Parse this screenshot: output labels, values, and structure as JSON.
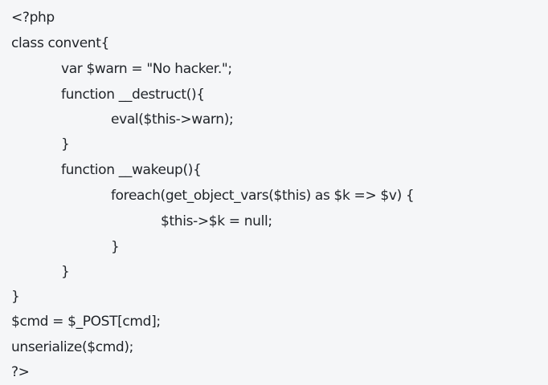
{
  "code": {
    "lines": [
      "<?php",
      "class convent{",
      "var $warn = \"No hacker.\";",
      "function __destruct(){",
      "eval($this->warn);",
      "}",
      "function __wakeup(){",
      "foreach(get_object_vars($this) as $k => $v) {",
      "$this->$k = null;",
      "}",
      "}",
      "}",
      "$cmd = $_POST[cmd];",
      "unserialize($cmd);",
      "?>"
    ]
  }
}
